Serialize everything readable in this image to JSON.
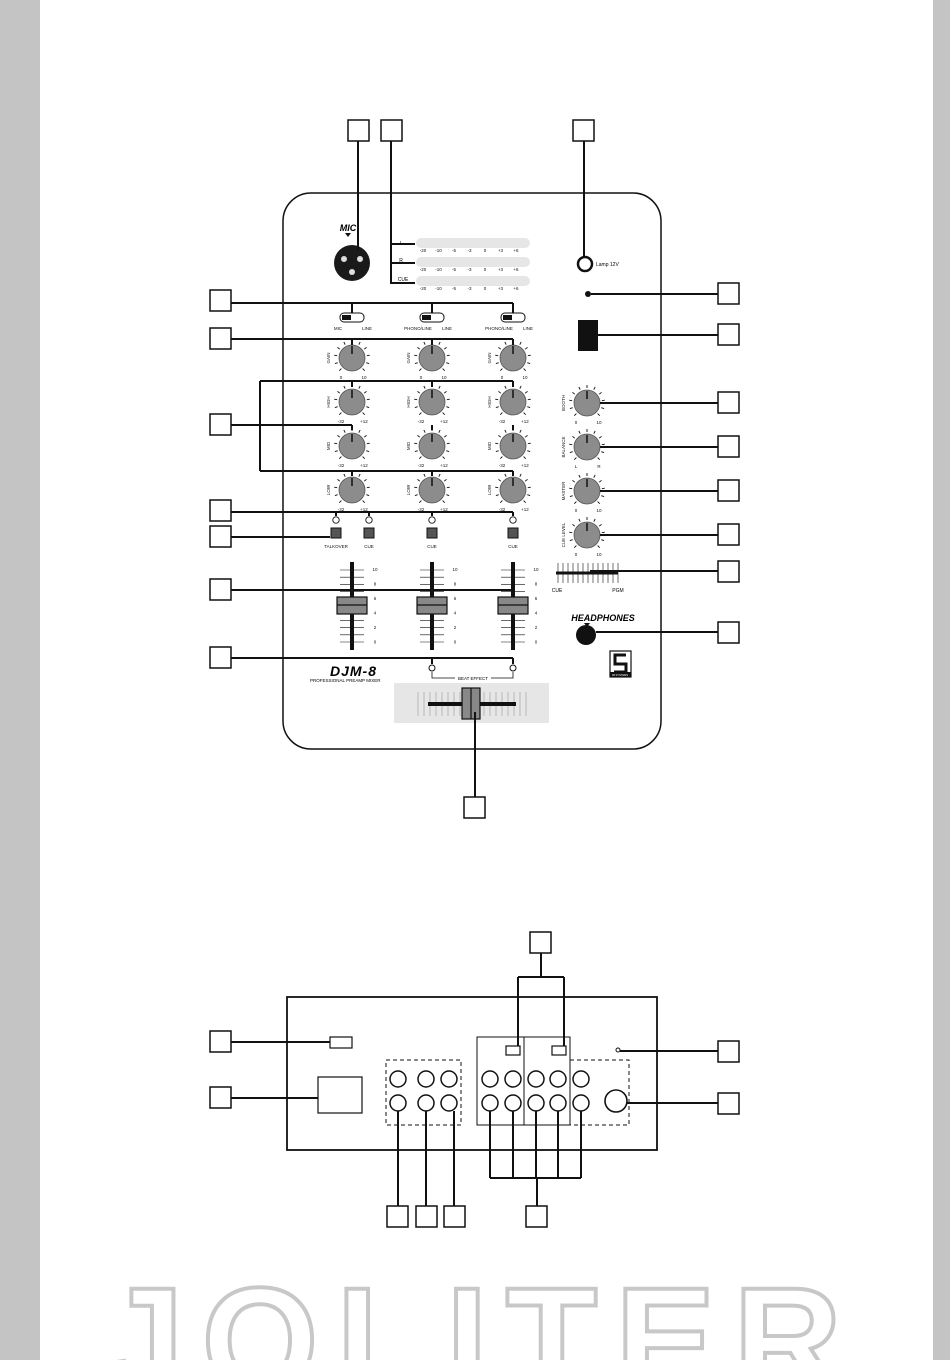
{
  "colors": {
    "ink": "#111111",
    "panel_fill": "#ffffff",
    "knob_fill": "#8c8c8c",
    "side_bar": "#c4c4c4",
    "crossfader_area": "#e6e6e6",
    "logo_outline": "#c8c8c8"
  },
  "front_panel": {
    "mic_label": "MIC",
    "meters": {
      "rows": [
        {
          "label": "L",
          "scale": [
            "-20",
            "-10",
            "-5",
            "-3",
            "0",
            "+3",
            "+6"
          ]
        },
        {
          "label": "R",
          "scale": [
            "-20",
            "-10",
            "-5",
            "-3",
            "0",
            "+3",
            "+6"
          ]
        },
        {
          "label": "CUE",
          "scale": [
            "-20",
            "-10",
            "-5",
            "-3",
            "0",
            "+3",
            "+6"
          ]
        }
      ]
    },
    "lamp_label": "Lamp 12V",
    "input_switches": [
      {
        "left": "MIC",
        "right": "LINE"
      },
      {
        "left": "PHONO/LINE",
        "right": "LINE"
      },
      {
        "left": "PHONO/LINE",
        "right": "LINE"
      }
    ],
    "channel_knobs": [
      {
        "label": "GAIN",
        "min": "0",
        "max": "10"
      },
      {
        "label": "HIGH",
        "min": "-32",
        "max": "+12"
      },
      {
        "label": "MID",
        "min": "-32",
        "max": "+12"
      },
      {
        "label": "LOW",
        "min": "-32",
        "max": "+12"
      }
    ],
    "cue_buttons": [
      "TALKOVER",
      "CUE",
      "CUE",
      "CUE"
    ],
    "fader_scale": [
      "10",
      "8",
      "6",
      "4",
      "2",
      "0"
    ],
    "master_knobs": [
      {
        "label": "BOOTH",
        "min": "0",
        "max": "10"
      },
      {
        "label": "BALANCE",
        "min": "L",
        "max": "R"
      },
      {
        "label": "MASTER",
        "min": "0",
        "max": "10"
      },
      {
        "label": "CUE LEVEL",
        "min": "0",
        "max": "10"
      }
    ],
    "cue_pgm": {
      "left": "CUE",
      "right": "PGM"
    },
    "headphones_label": "HEADPHONES",
    "model_name": "DJM-8",
    "model_subtitle": "PROFESSIONAL PREAMP MIXER",
    "crossfader_label": "BEAT EFFECT",
    "brand_badge": "JB SYSTEMS"
  },
  "rear_panel": {},
  "footer": {
    "logo_text": "JOLITER"
  }
}
